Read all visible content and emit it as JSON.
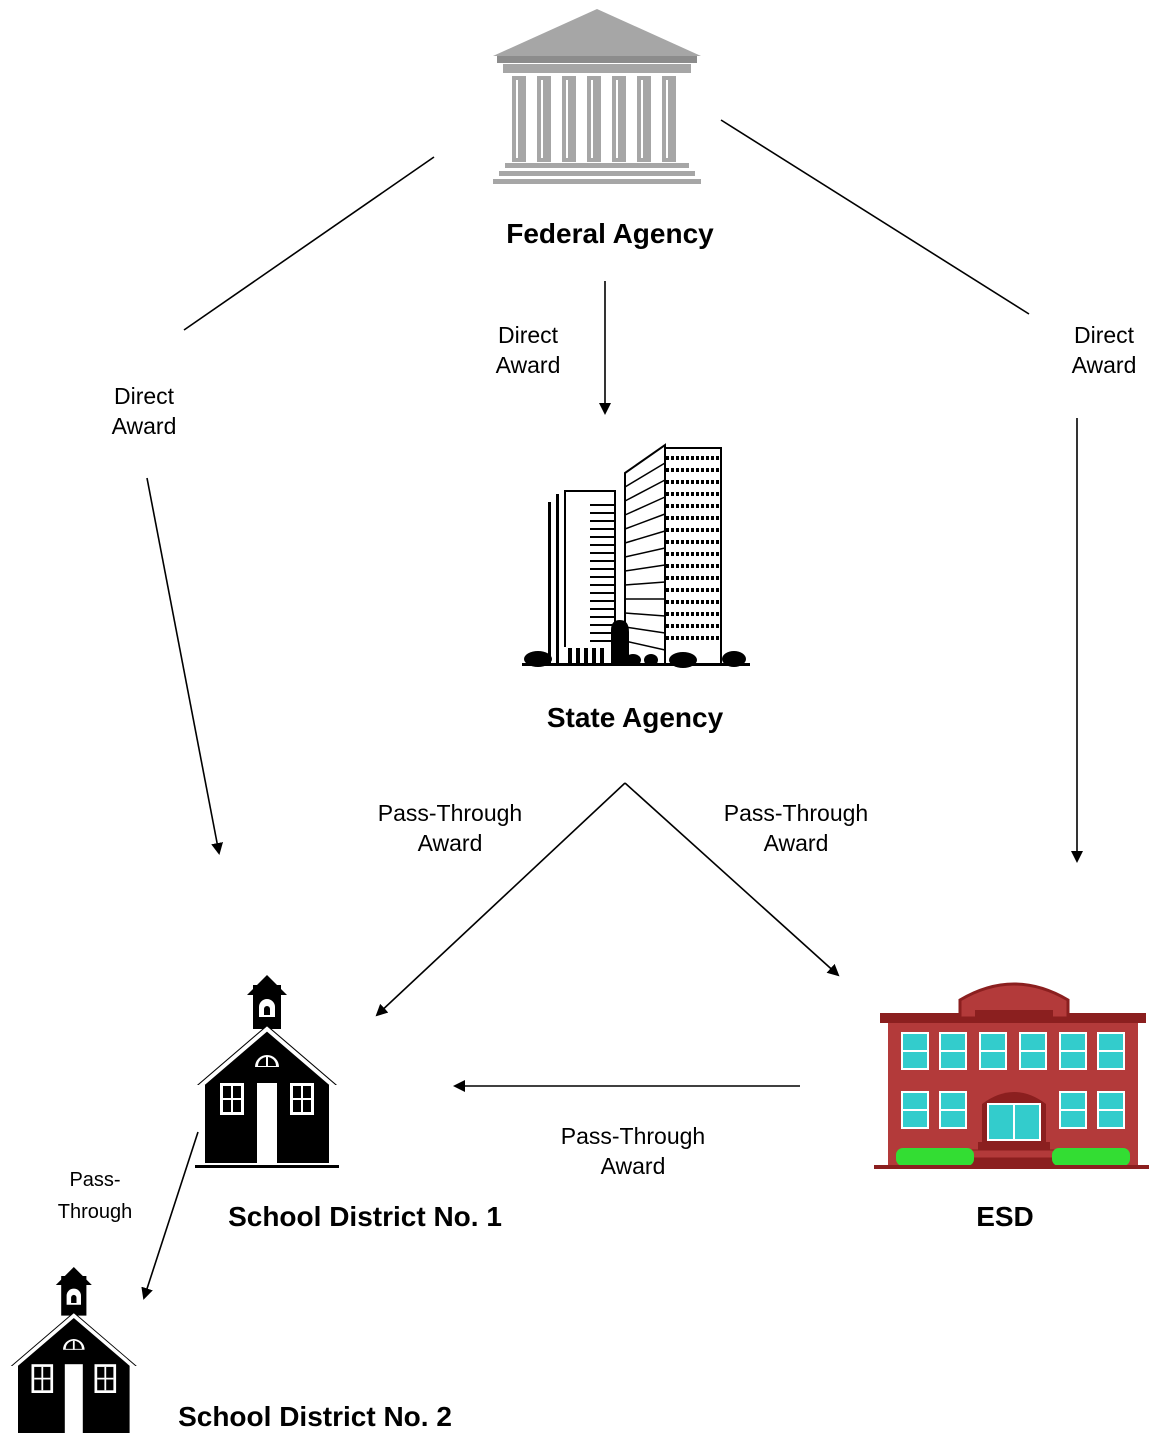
{
  "nodes": {
    "federal": {
      "label": "Federal Agency"
    },
    "state": {
      "label": "State Agency"
    },
    "district1": {
      "label": "School District No. 1"
    },
    "esd": {
      "label": "ESD"
    },
    "district2": {
      "label": "School District No. 2"
    }
  },
  "edges": {
    "federal_to_district1": {
      "line1": "Direct",
      "line2": "Award"
    },
    "federal_to_state": {
      "line1": "Direct",
      "line2": "Award"
    },
    "federal_to_esd": {
      "line1": "Direct",
      "line2": "Award"
    },
    "state_to_district1": {
      "line1": "Pass-Through",
      "line2": "Award"
    },
    "state_to_esd": {
      "line1": "Pass-Through",
      "line2": "Award"
    },
    "esd_to_district1": {
      "line1": "Pass-Through",
      "line2": "Award"
    },
    "district1_to_district2": {
      "line1": "Pass-",
      "line2": "Through"
    }
  },
  "colors": {
    "building_gray": "#a6a6a6",
    "brick": "#b33a3a",
    "window": "#33cccc",
    "shrub": "#33dd33"
  },
  "icons": [
    "federal-building-icon",
    "office-tower-icon",
    "schoolhouse-icon",
    "brick-school-icon"
  ]
}
